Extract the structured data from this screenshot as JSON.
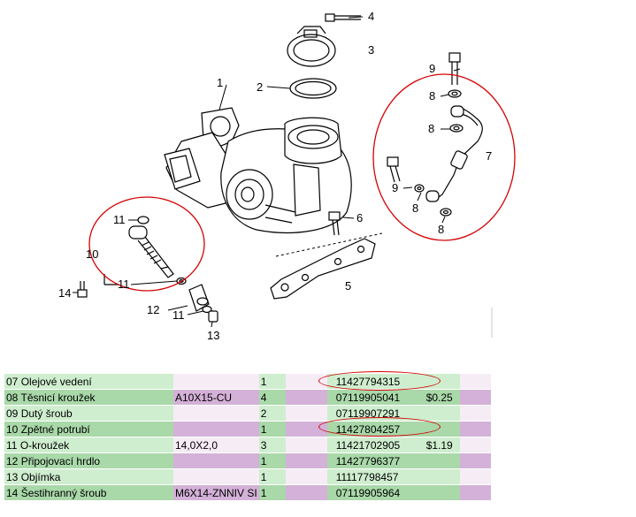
{
  "diagram": {
    "callouts": [
      "1",
      "2",
      "3",
      "4",
      "5",
      "6",
      "7",
      "8",
      "8",
      "8",
      "8",
      "9",
      "9",
      "10",
      "11",
      "11",
      "11",
      "12",
      "13",
      "14"
    ]
  },
  "table": {
    "rows": [
      {
        "pos": "07",
        "name": "Olejové vedení",
        "spec": "",
        "qty": "1",
        "part_no": "11427794315",
        "price": "",
        "highlighted": true
      },
      {
        "pos": "08",
        "name": "Těsnicí kroužek",
        "spec": "A10X15-CU",
        "qty": "4",
        "part_no": "07119905041",
        "price": "$0.25",
        "highlighted": false
      },
      {
        "pos": "09",
        "name": "Dutý šroub",
        "spec": "",
        "qty": "2",
        "part_no": "07119907291",
        "price": "",
        "highlighted": false
      },
      {
        "pos": "10",
        "name": "Zpětné potrubí",
        "spec": "",
        "qty": "1",
        "part_no": "11427804257",
        "price": "",
        "highlighted": true
      },
      {
        "pos": "11",
        "name": "O-kroužek",
        "spec": "14,0X2,0",
        "qty": "3",
        "part_no": "11421702905",
        "price": "$1.19",
        "highlighted": false
      },
      {
        "pos": "12",
        "name": "Připojovací hrdlo",
        "spec": "",
        "qty": "1",
        "part_no": "11427796377",
        "price": "",
        "highlighted": false
      },
      {
        "pos": "13",
        "name": "Objímka",
        "spec": "",
        "qty": "1",
        "part_no": "11117798457",
        "price": "",
        "highlighted": false
      },
      {
        "pos": "14",
        "name": "Šestihranný šroub",
        "spec": "M6X14-ZNNIV SI",
        "qty": "1",
        "part_no": "07119905964",
        "price": "",
        "highlighted": false
      }
    ]
  },
  "colors": {
    "marker": "#d40000",
    "row_green_light": "#cfeecf",
    "row_green_dark": "#a9d8a9",
    "row_purple_light": "#f6ecf6",
    "row_purple_dark": "#d4b1d8"
  }
}
